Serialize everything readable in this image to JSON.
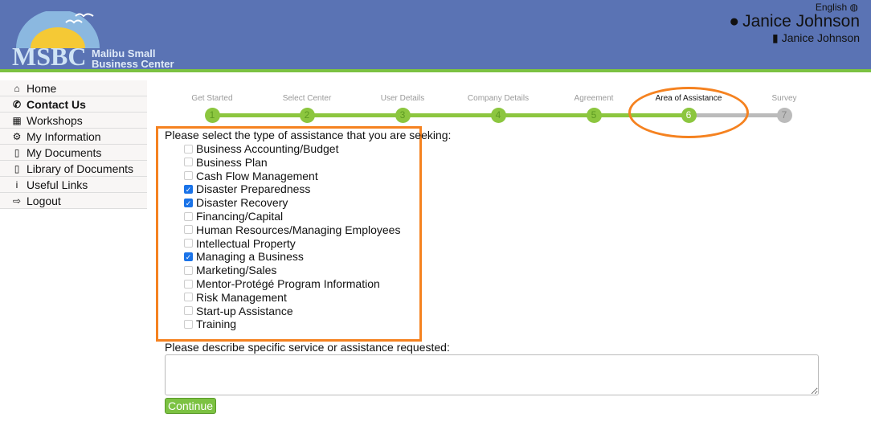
{
  "header": {
    "logo_abbr": "MSBC",
    "logo_name_1": "Malibu Small",
    "logo_name_2": "Business Center",
    "language": "English",
    "user_name": "Janice Johnson",
    "org_name": "Janice Johnson",
    "accent": "#7cc242",
    "bg": "#5a73b4"
  },
  "nav": [
    {
      "label": "Home",
      "icon": "home-icon",
      "glyph": "⌂"
    },
    {
      "label": "Contact Us",
      "icon": "phone-icon",
      "glyph": "✆"
    },
    {
      "label": "Workshops",
      "icon": "calendar-icon",
      "glyph": "▦"
    },
    {
      "label": "My Information",
      "icon": "gear-icon",
      "glyph": "⚙"
    },
    {
      "label": "My Documents",
      "icon": "file-icon",
      "glyph": "▯"
    },
    {
      "label": "Library of Documents",
      "icon": "file-icon",
      "glyph": "▯"
    },
    {
      "label": "Useful Links",
      "icon": "info-icon",
      "glyph": "i"
    },
    {
      "label": "Logout",
      "icon": "logout-icon",
      "glyph": "⇨"
    }
  ],
  "steps": [
    {
      "label": "Get Started",
      "num": "1"
    },
    {
      "label": "Select Center",
      "num": "2"
    },
    {
      "label": "User Details",
      "num": "3"
    },
    {
      "label": "Company Details",
      "num": "4"
    },
    {
      "label": "Agreement",
      "num": "5"
    },
    {
      "label": "Area of Assistance",
      "num": "6"
    },
    {
      "label": "Survey",
      "num": "7"
    }
  ],
  "current_step": 6,
  "form": {
    "question": "Please select the type of assistance that you are seeking:",
    "options": [
      {
        "label": "Business Accounting/Budget",
        "checked": false
      },
      {
        "label": "Business Plan",
        "checked": false
      },
      {
        "label": "Cash Flow Management",
        "checked": false
      },
      {
        "label": "Disaster Preparedness",
        "checked": true
      },
      {
        "label": "Disaster Recovery",
        "checked": true
      },
      {
        "label": "Financing/Capital",
        "checked": false
      },
      {
        "label": "Human Resources/Managing Employees",
        "checked": false
      },
      {
        "label": "Intellectual Property",
        "checked": false
      },
      {
        "label": "Managing a Business",
        "checked": true
      },
      {
        "label": "Marketing/Sales",
        "checked": false
      },
      {
        "label": "Mentor-Protégé Program Information",
        "checked": false
      },
      {
        "label": "Risk Management",
        "checked": false
      },
      {
        "label": "Start-up Assistance",
        "checked": false
      },
      {
        "label": "Training",
        "checked": false
      }
    ],
    "describe_label": "Please describe specific service or assistance requested:",
    "describe_value": "",
    "continue_label": "Continue"
  }
}
